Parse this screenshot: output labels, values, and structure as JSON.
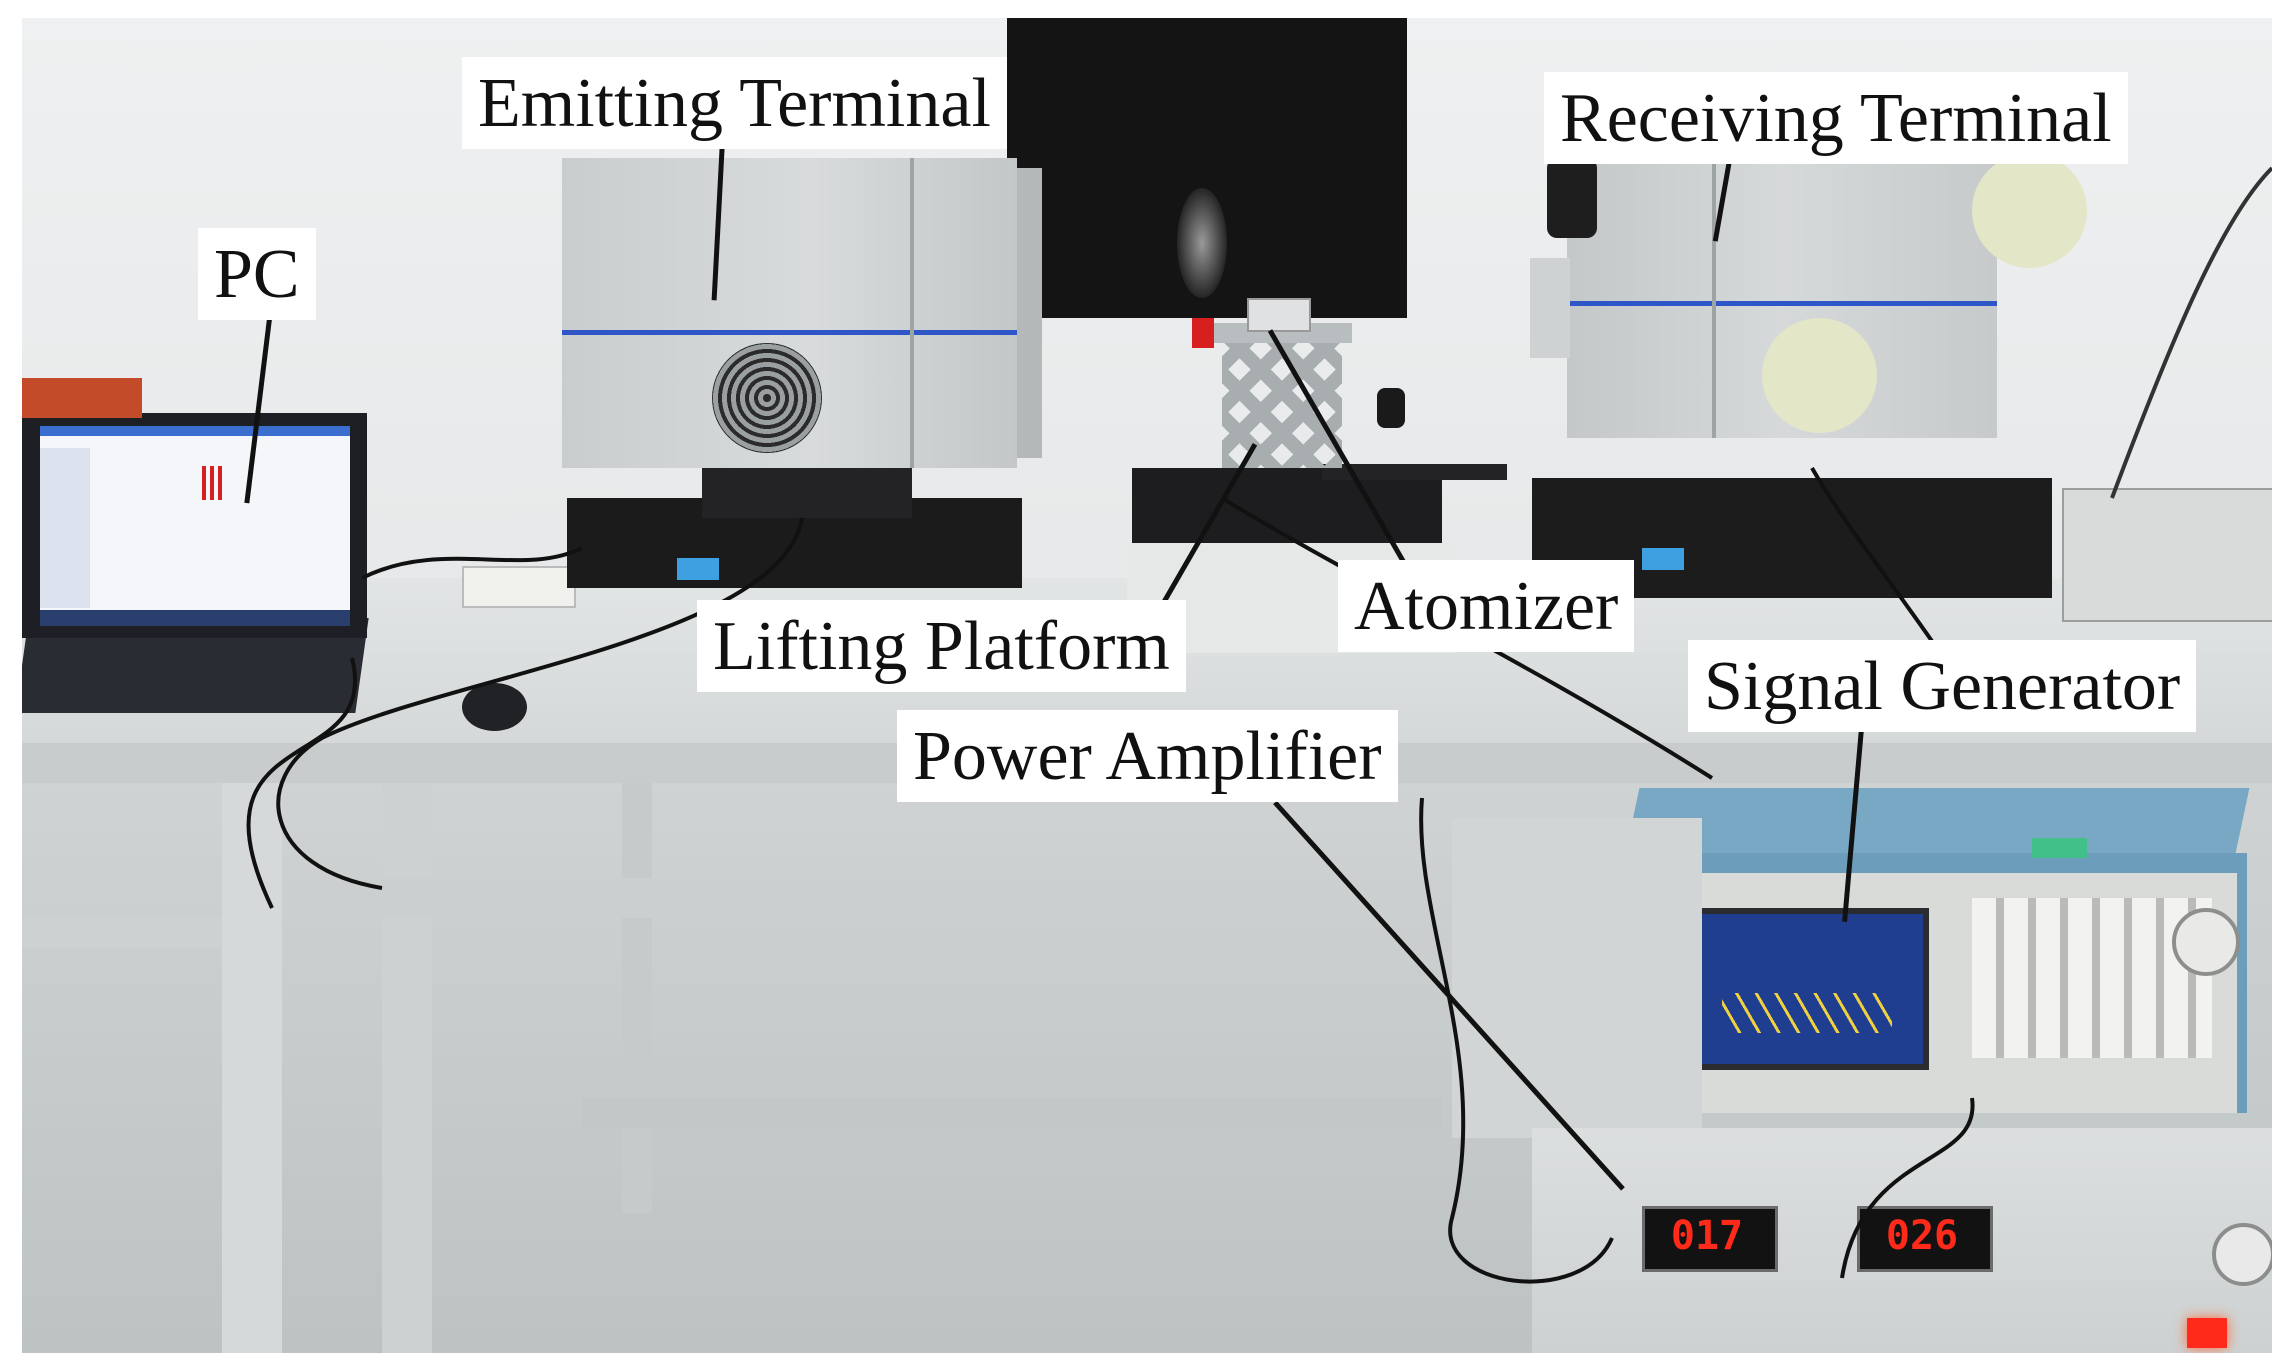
{
  "labels": {
    "emitting_terminal": "Emitting Terminal",
    "receiving_terminal": "Receiving Terminal",
    "pc": "PC",
    "atomizer": "Atomizer",
    "lifting_platform": "Lifting Platform",
    "signal_generator": "Signal Generator",
    "power_amplifier": "Power Amplifier"
  },
  "displays": {
    "amplifier_readout_left": "017",
    "amplifier_readout_right": "026"
  },
  "colors": {
    "wall": "#e9ebec",
    "table_top": "#d9dcdd",
    "instrument_body": "#cfd3d4",
    "instrument_dark": "#1a1a1a",
    "blue_stripe": "#2f56c8",
    "signal_generator_body": "#6c9dbb",
    "led_red": "#ff2a1a",
    "label_background": "#ffffff",
    "label_text": "#111111"
  }
}
